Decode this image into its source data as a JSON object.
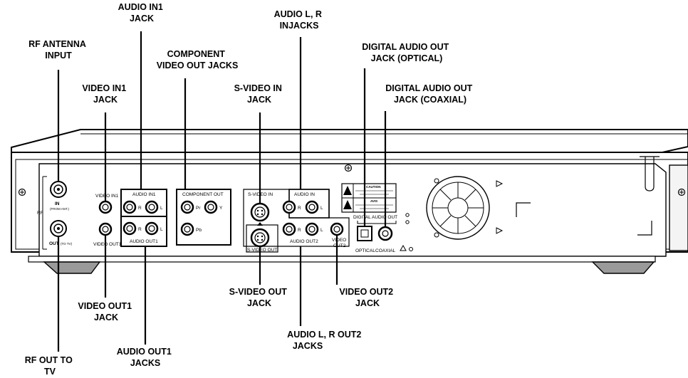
{
  "callouts": {
    "rf_antenna_input": [
      "RF ANTENNA",
      "INPUT"
    ],
    "audio_in1_jack": [
      "AUDIO IN1",
      "JACK"
    ],
    "component_video_out_jacks": [
      "COMPONENT",
      "VIDEO OUT JACKS"
    ],
    "video_in1_jack": [
      "VIDEO IN1",
      "JACK"
    ],
    "s_video_in_jack": [
      "S-VIDEO IN",
      "JACK"
    ],
    "audio_lr_injacks": [
      "AUDIO L, R",
      "INJACKS"
    ],
    "digital_audio_out_optical": [
      "DIGITAL AUDIO OUT",
      "JACK (OPTICAL)"
    ],
    "digital_audio_out_coaxial": [
      "DIGITAL AUDIO OUT",
      "JACK (COAXIAL)"
    ],
    "video_out1_jack": [
      "VIDEO OUT1",
      "JACK"
    ],
    "s_video_out_jack": [
      "S-VIDEO OUT",
      "JACK"
    ],
    "video_out2_jack": [
      "VIDEO OUT2",
      "JACK"
    ],
    "audio_lr_out2_jacks": [
      "AUDIO L, R OUT2",
      "JACKS"
    ],
    "rf_out_to_tv": [
      "RF OUT TO",
      "TV"
    ],
    "audio_out1_jacks": [
      "AUDIO OUT1",
      "JACKS"
    ]
  },
  "panel": {
    "rf": "RF",
    "rf_in": "IN",
    "rf_in_sub": "(FROM ANT.)",
    "rf_out": "OUT",
    "rf_out_sub": "(TO TV)",
    "video_in1": "VIDEO IN1",
    "video_out1": "VIDEO OUT1",
    "audio_in1": "AUDIO IN1",
    "audio_out1": "AUDIO OUT1",
    "r": "R",
    "l": "L",
    "component_out": "COMPONENT OUT",
    "pr": "Pr",
    "y": "Y",
    "pb": "Pb",
    "s_video_in": "S-VIDEO IN",
    "s_video_out": "S-VIDEO OUT",
    "audio_in": "AUDIO IN",
    "audio_out2": "AUDIO OUT2",
    "video_out2_a": "VIDEO",
    "video_out2_b": "OUT2",
    "caution": "CAUTION",
    "avis": "AVIS",
    "digital_audio_out": "DIGITAL AUDIO OUT",
    "optical": "OPTICAL",
    "coaxial": "COAXIAL"
  }
}
